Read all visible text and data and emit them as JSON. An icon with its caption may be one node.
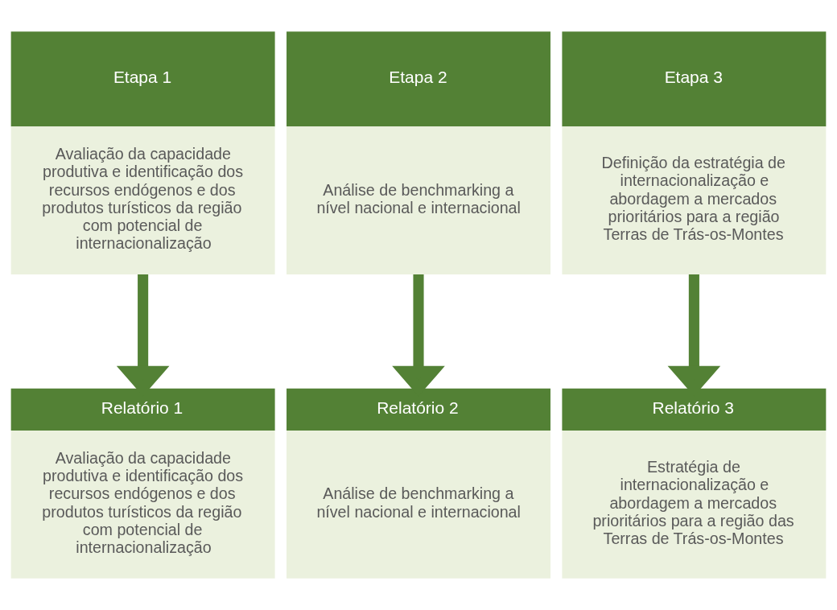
{
  "diagram": {
    "nodes": [
      {
        "text": [
          "Etapa 1",
          "Avaliação da capacidade produtiva e identificação dos recursos endógenos e dos produtos turísticos da região com potencial de internacionalização"
        ]
      },
      {
        "text": [
          "Etapa 2",
          "Análise de benchmarking a nível nacional e internacional"
        ]
      },
      {
        "text": [
          "Etapa 3",
          "Definição da estratégia de internacionalização e abordagem a mercados prioritários para a região Terras de Trás-os-Montes"
        ]
      },
      {
        "text": [
          "Relatório 1",
          "Avaliação da capacidade produtiva e identificação dos recursos endógenos e dos produtos turísticos da região com potencial de internacionalização"
        ]
      },
      {
        "text": [
          "Relatório 2",
          "Análise de benchmarking a nível nacional e internacional"
        ]
      },
      {
        "text": [
          "Relatório 3",
          "Estratégia de internacionalização e abordagem a mercados prioritários para a região das Terras de Trás-os-Montes"
        ]
      }
    ],
    "edges": [
      {
        "from": 0,
        "to": 3,
        "arrow": "to"
      },
      {
        "from": 1,
        "to": 4,
        "arrow": "to"
      },
      {
        "from": 2,
        "to": 5,
        "arrow": "to"
      }
    ]
  }
}
